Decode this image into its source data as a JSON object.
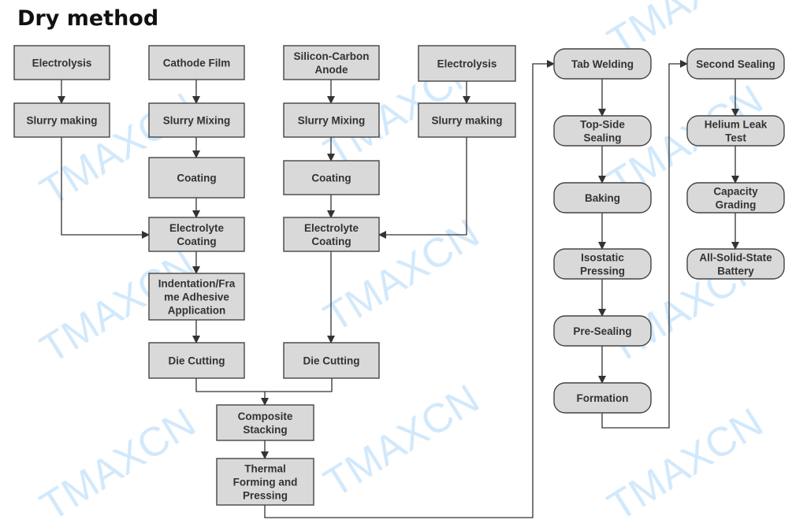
{
  "title": "Dry method",
  "watermark": "TMAXCN",
  "nodes": {
    "n1": "Electrolysis",
    "n2": "Slurry making",
    "c1": "Cathode Film",
    "c2": "Slurry Mixing",
    "c3": "Coating",
    "c4": "Electrolyte\nCoating",
    "c5": "Indentation/Fra\nme Adhesive\nApplication",
    "c6": "Die Cutting",
    "a1": "Silicon-Carbon\nAnode",
    "a2": "Slurry Mixing",
    "a3": "Coating",
    "a4": "Electrolyte\nCoating",
    "a5": "Die Cutting",
    "e1": "Electrolysis",
    "e2": "Slurry making",
    "s1": "Composite\nStacking",
    "s2": "Thermal\nForming and\nPressing",
    "t1": "Tab Welding",
    "t2": "Top-Side\nSealing",
    "t3": "Baking",
    "t4": "Isostatic\nPressing",
    "t5": "Pre-Sealing",
    "t6": "Formation",
    "u1": "Second Sealing",
    "u2": "Helium Leak\nTest",
    "u3": "Capacity\nGrading",
    "u4": "All-Solid-State\nBattery"
  }
}
